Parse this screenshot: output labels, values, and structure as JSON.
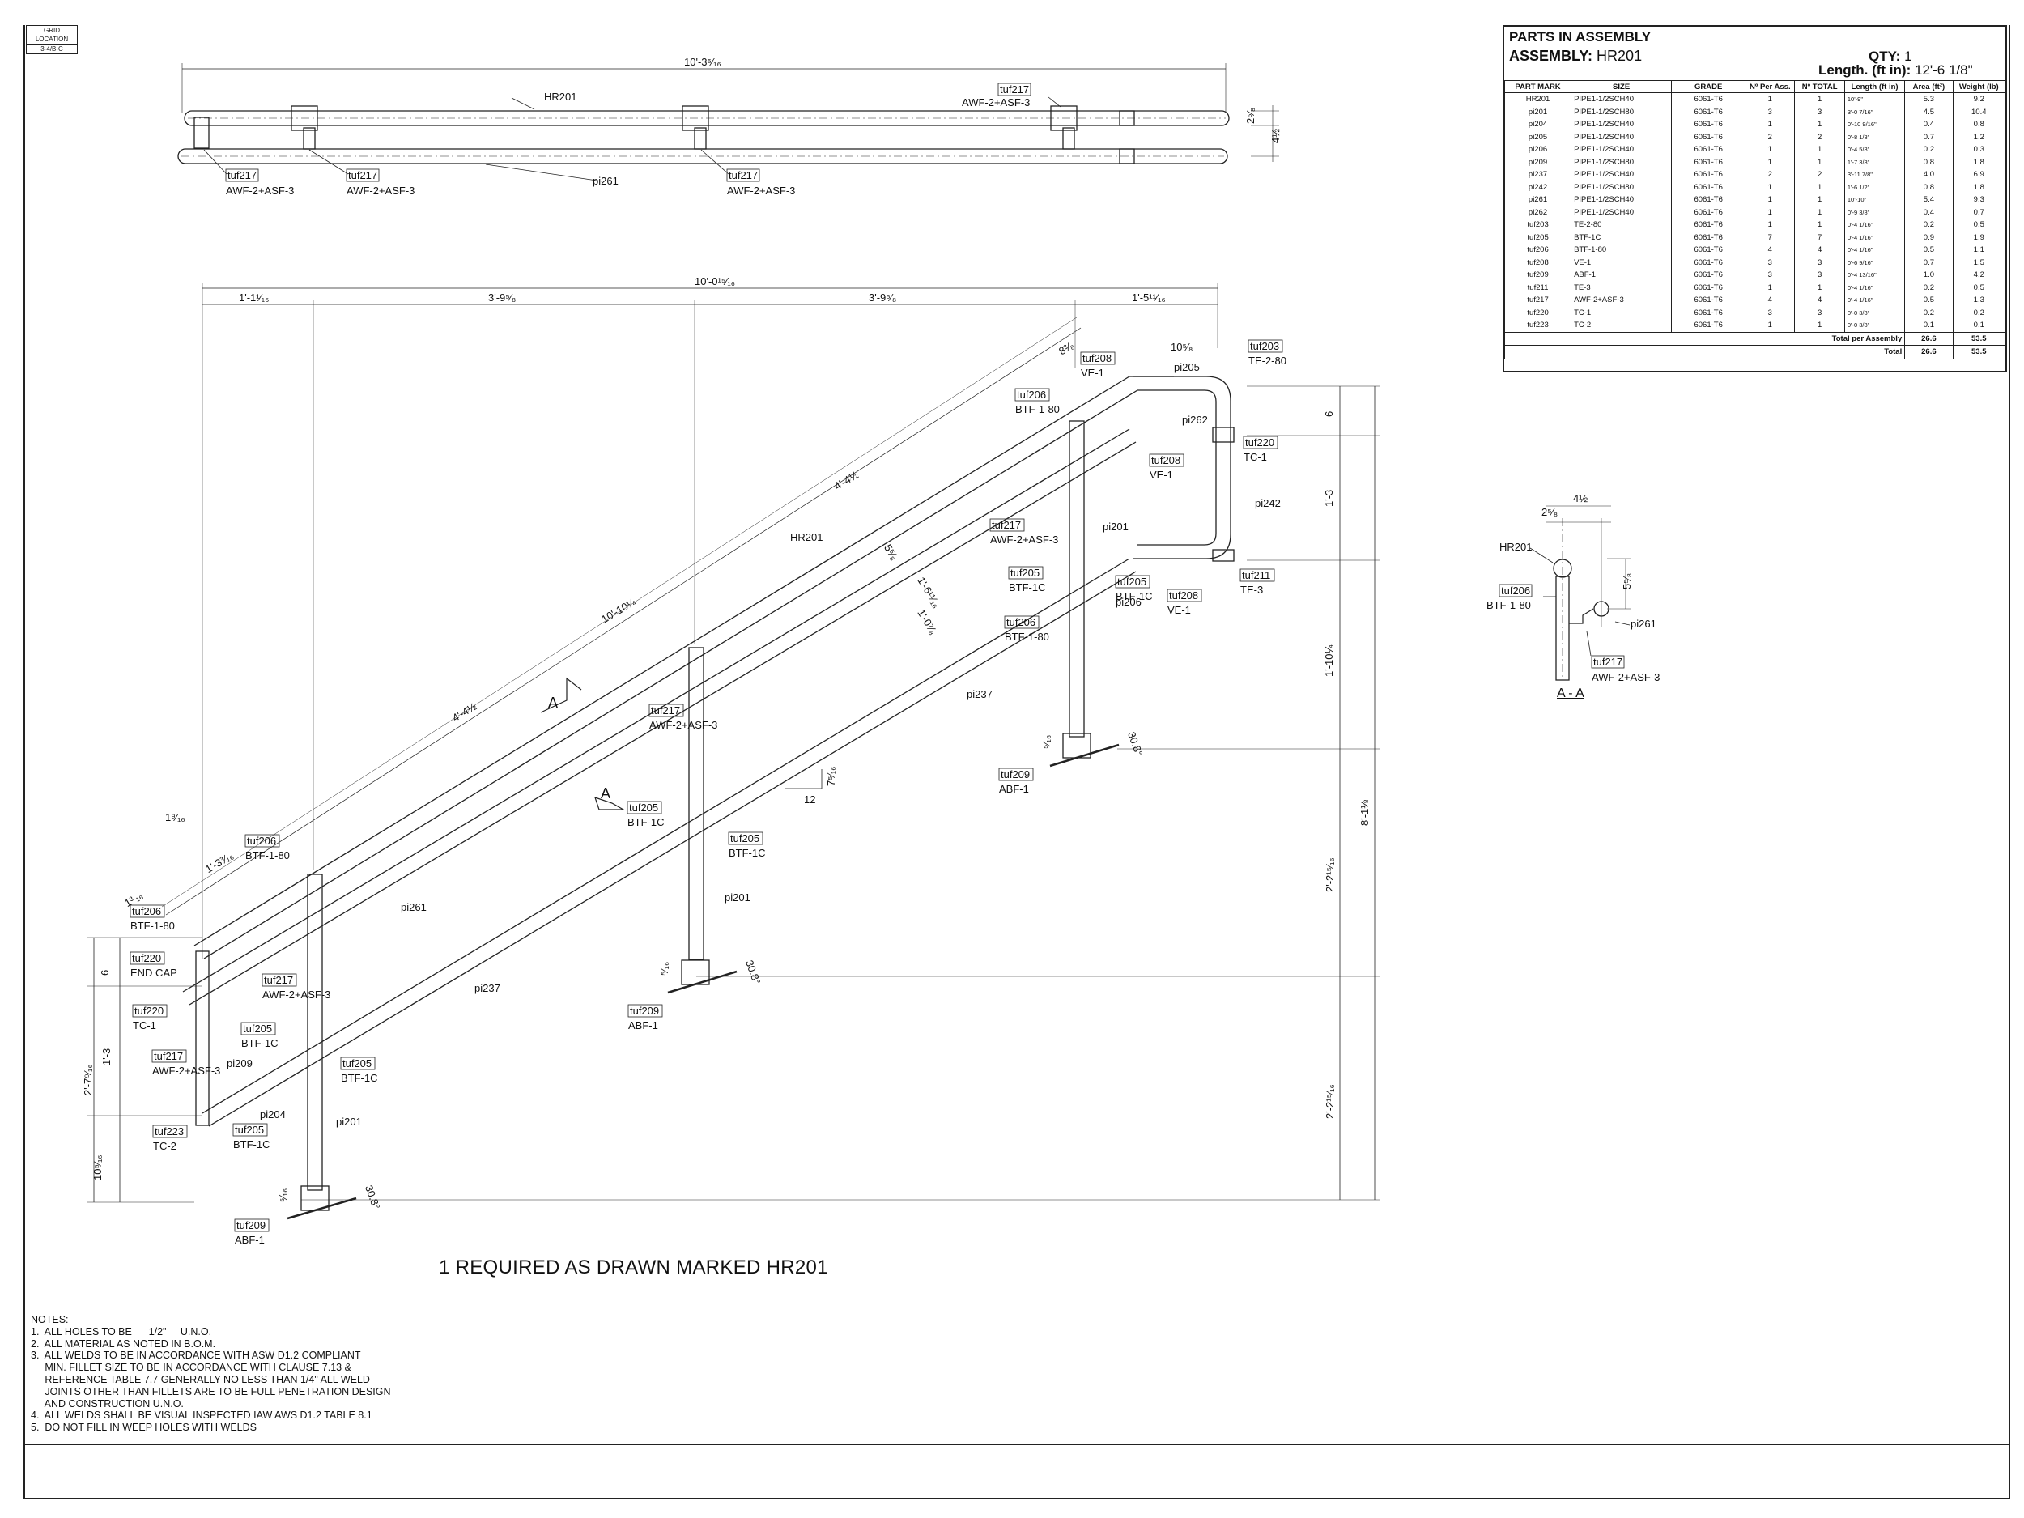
{
  "grid_location": {
    "label": "GRID LOCATION",
    "value": "3-4/B-C"
  },
  "parts_in_assembly": {
    "title": "PARTS IN ASSEMBLY",
    "assembly_label": "ASSEMBLY:",
    "assembly_value": "HR201",
    "qty_label": "QTY:",
    "qty_value": "1",
    "length_label": "Length. (ft in):",
    "length_value": "12'-6 1/8\"",
    "headers": [
      "PART MARK",
      "SIZE",
      "GRADE",
      "Nº Per Ass.",
      "Nº TOTAL",
      "Length (ft in)",
      "Area (ft²)",
      "Weight (lb)"
    ],
    "rows": [
      [
        "HR201",
        "PIPE1-1/2SCH40",
        "6061-T6",
        "1",
        "1",
        "10'-9\"",
        "5.3",
        "9.2"
      ],
      [
        "pi201",
        "PIPE1-1/2SCH80",
        "6061-T6",
        "3",
        "3",
        "3'-0 7/16\"",
        "4.5",
        "10.4"
      ],
      [
        "pi204",
        "PIPE1-1/2SCH40",
        "6061-T6",
        "1",
        "1",
        "0'-10 9/16\"",
        "0.4",
        "0.8"
      ],
      [
        "pi205",
        "PIPE1-1/2SCH40",
        "6061-T6",
        "2",
        "2",
        "0'-8 1/8\"",
        "0.7",
        "1.2"
      ],
      [
        "pi206",
        "PIPE1-1/2SCH40",
        "6061-T6",
        "1",
        "1",
        "0'-4 5/8\"",
        "0.2",
        "0.3"
      ],
      [
        "pi209",
        "PIPE1-1/2SCH80",
        "6061-T6",
        "1",
        "1",
        "1'-7 3/8\"",
        "0.8",
        "1.8"
      ],
      [
        "pi237",
        "PIPE1-1/2SCH40",
        "6061-T6",
        "2",
        "2",
        "3'-11 7/8\"",
        "4.0",
        "6.9"
      ],
      [
        "pi242",
        "PIPE1-1/2SCH80",
        "6061-T6",
        "1",
        "1",
        "1'-6 1/2\"",
        "0.8",
        "1.8"
      ],
      [
        "pi261",
        "PIPE1-1/2SCH40",
        "6061-T6",
        "1",
        "1",
        "10'-10\"",
        "5.4",
        "9.3"
      ],
      [
        "pi262",
        "PIPE1-1/2SCH40",
        "6061-T6",
        "1",
        "1",
        "0'-9 3/8\"",
        "0.4",
        "0.7"
      ],
      [
        "tuf203",
        "TE-2-80",
        "6061-T6",
        "1",
        "1",
        "0'-4 1/16\"",
        "0.2",
        "0.5"
      ],
      [
        "tuf205",
        "BTF-1C",
        "6061-T6",
        "7",
        "7",
        "0'-4 1/16\"",
        "0.9",
        "1.9"
      ],
      [
        "tuf206",
        "BTF-1-80",
        "6061-T6",
        "4",
        "4",
        "0'-4 1/16\"",
        "0.5",
        "1.1"
      ],
      [
        "tuf208",
        "VE-1",
        "6061-T6",
        "3",
        "3",
        "0'-6 9/16\"",
        "0.7",
        "1.5"
      ],
      [
        "tuf209",
        "ABF-1",
        "6061-T6",
        "3",
        "3",
        "0'-4 13/16\"",
        "1.0",
        "4.2"
      ],
      [
        "tuf211",
        "TE-3",
        "6061-T6",
        "1",
        "1",
        "0'-4 1/16\"",
        "0.2",
        "0.5"
      ],
      [
        "tuf217",
        "AWF-2+ASF-3",
        "6061-T6",
        "4",
        "4",
        "0'-4 1/16\"",
        "0.5",
        "1.3"
      ],
      [
        "tuf220",
        "TC-1",
        "6061-T6",
        "3",
        "3",
        "0'-0 3/8\"",
        "0.2",
        "0.2"
      ],
      [
        "tuf223",
        "TC-2",
        "6061-T6",
        "1",
        "1",
        "0'-0 3/8\"",
        "0.1",
        "0.1"
      ]
    ],
    "total_per_assembly_label": "Total per Assembly",
    "total_per_assembly": [
      "26.6",
      "53.5"
    ],
    "total_label": "Total",
    "total": [
      "26.6",
      "53.5"
    ]
  },
  "top_view": {
    "overall_dim": "10'-3⁵⁄₁₆",
    "labels": {
      "hr201": "HR201",
      "pi261": "pi261",
      "tag1": "tuf217",
      "fit1": "AWF-2+ASF-3",
      "tag2": "tuf217",
      "fit2": "AWF-2+ASF-3",
      "tag3": "tuf217",
      "fit3": "AWF-2+ASF-3",
      "tag4": "tuf217",
      "fit4": "AWF-2+ASF-3",
      "dim_a": "2⁵⁄₈",
      "dim_b": "4½"
    }
  },
  "elevation": {
    "overall_dim": "10'-0¹⁵⁄₁₆",
    "seg_dims": [
      "1'-1¹⁄₁₆",
      "3'-9⁵⁄₈",
      "3'-9⁵⁄₈",
      "1'-5¹¹⁄₁₆"
    ],
    "right_dims": [
      "6",
      "1'-3",
      "1'-10¼",
      "8'-1⅛",
      "2'-2¹⁵⁄₁₆",
      "2'-2¹⁵⁄₁₆"
    ],
    "left_dims": [
      "6",
      "1'-3",
      "2'-7⁹⁄₁₆",
      "10⁵⁄₁₆"
    ],
    "rail_dims": [
      "10'-10¼",
      "4'-4½",
      "4'-4½",
      "1'-6¹¹⁄₁₆",
      "1'-0⁷⁄₈",
      "5⁵⁄₈",
      "8³⁄₈",
      "10⁵⁄₈",
      "1'-3³⁄₁₆",
      "1³⁄₁₆",
      "1⁹⁄₁₆"
    ],
    "slope": {
      "run": "12",
      "rise": "7⁵⁄₁₆"
    },
    "base_dims": {
      "offset": "⁵⁄₁₆",
      "angle": "30.8°"
    },
    "section_marker": "A",
    "callouts": [
      {
        "tag": "tuf203",
        "desc": "TE-2-80"
      },
      {
        "tag": "tuf208",
        "desc": "VE-1"
      },
      {
        "tag": "tuf206",
        "desc": "BTF-1-80"
      },
      {
        "tag": "tuf220",
        "desc": "TC-1"
      },
      {
        "tag": "tuf208",
        "desc": "VE-1"
      },
      {
        "tag": "tuf217",
        "desc": "AWF-2+ASF-3"
      },
      {
        "tag": "tuf205",
        "desc": "BTF-1C"
      },
      {
        "tag": "tuf211",
        "desc": "TE-3"
      },
      {
        "tag": "tuf208",
        "desc": "VE-1"
      },
      {
        "tag": "tuf205",
        "desc": "BTF-1C"
      },
      {
        "tag": "tuf206",
        "desc": "BTF-1-80"
      },
      {
        "tag": "tuf217",
        "desc": "AWF-2+ASF-3"
      },
      {
        "tag": "tuf205",
        "desc": "BTF-1C"
      },
      {
        "tag": "tuf205",
        "desc": "BTF-1C"
      },
      {
        "tag": "tuf209",
        "desc": "ABF-1"
      },
      {
        "tag": "tuf206",
        "desc": "BTF-1-80"
      },
      {
        "tag": "tuf206",
        "desc": "BTF-1-80"
      },
      {
        "tag": "tuf220",
        "desc": "END CAP"
      },
      {
        "tag": "tuf220",
        "desc": "TC-1"
      },
      {
        "tag": "tuf217",
        "desc": "AWF-2+ASF-3"
      },
      {
        "tag": "tuf217",
        "desc": "AWF-2+ASF-3"
      },
      {
        "tag": "tuf205",
        "desc": "BTF-1C"
      },
      {
        "tag": "tuf205",
        "desc": "BTF-1C"
      },
      {
        "tag": "tuf223",
        "desc": "TC-2"
      },
      {
        "tag": "tuf205",
        "desc": "BTF-1C"
      },
      {
        "tag": "tuf209",
        "desc": "ABF-1"
      },
      {
        "tag": "tuf209",
        "desc": "ABF-1"
      }
    ],
    "pipe_labels": [
      "pi205",
      "pi262",
      "pi242",
      "pi201",
      "pi206",
      "HR201",
      "pi237",
      "pi261",
      "pi237",
      "pi201",
      "pi209",
      "pi204",
      "pi201"
    ]
  },
  "section_aa": {
    "title": "A - A",
    "dim_a": "2⁵⁄₈",
    "dim_b": "4½",
    "dim_c": "5⁵⁄₈",
    "hr201": "HR201",
    "tag1": "tuf206",
    "fit1": "BTF-1-80",
    "pi261": "pi261",
    "tag2": "tuf217",
    "fit2": "AWF-2+ASF-3"
  },
  "caption": "1 REQUIRED AS DRAWN MARKED HR201",
  "notes": [
    "NOTES:",
    "1.  ALL HOLES TO BE      1/2\"     U.N.O.",
    "2.  ALL MATERIAL AS NOTED IN B.O.M.",
    "3.  ALL WELDS TO BE IN ACCORDANCE WITH ASW D1.2 COMPLIANT",
    "     MIN. FILLET SIZE TO BE IN ACCORDANCE WITH CLAUSE 7.13 &",
    "     REFERENCE TABLE 7.7 GENERALLY NO LESS THAN 1/4\" ALL WELD",
    "     JOINTS OTHER THAN FILLETS ARE TO BE FULL PENETRATION DESIGN",
    "     AND CONSTRUCTION U.N.O.",
    "4.  ALL WELDS SHALL BE VISUAL INSPECTED IAW AWS D1.2 TABLE 8.1",
    "5.  DO NOT FILL IN WEEP HOLES WITH WELDS"
  ]
}
